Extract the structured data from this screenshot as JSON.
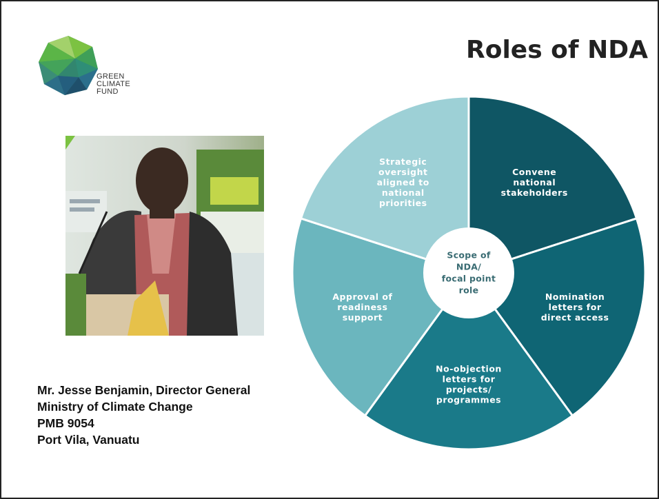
{
  "slide": {
    "title": "Roles of NDA"
  },
  "logo": {
    "lines": [
      "GREEN",
      "CLIMATE",
      "FUND"
    ],
    "colors": [
      "#7cc242",
      "#2e9a6a",
      "#3b7ea1",
      "#1f4f6b",
      "#a3d16b"
    ]
  },
  "photo": {
    "icon": "person-photo"
  },
  "caption": {
    "lines": [
      "Mr. Jesse Benjamin, Director General",
      "Ministry of Climate Change",
      "PMB 9054",
      "Port Vila, Vanuatu"
    ]
  },
  "diagram": {
    "center": [
      "Scope of",
      "NDA/",
      "focal point",
      "role"
    ],
    "segments": [
      {
        "lines": [
          "Convene",
          "national",
          "stakeholders"
        ],
        "color": "#0f5664"
      },
      {
        "lines": [
          "Nomination",
          "letters for",
          "direct access"
        ],
        "color": "#0f6574"
      },
      {
        "lines": [
          "No-objection",
          "letters for",
          "projects/",
          "programmes"
        ],
        "color": "#1a7a89"
      },
      {
        "lines": [
          "Approval of",
          "readiness",
          "support"
        ],
        "color": "#6bb6be"
      },
      {
        "lines": [
          "Strategic",
          "oversight",
          "aligned to",
          "national",
          "priorities"
        ],
        "color": "#9dd0d6"
      }
    ]
  }
}
